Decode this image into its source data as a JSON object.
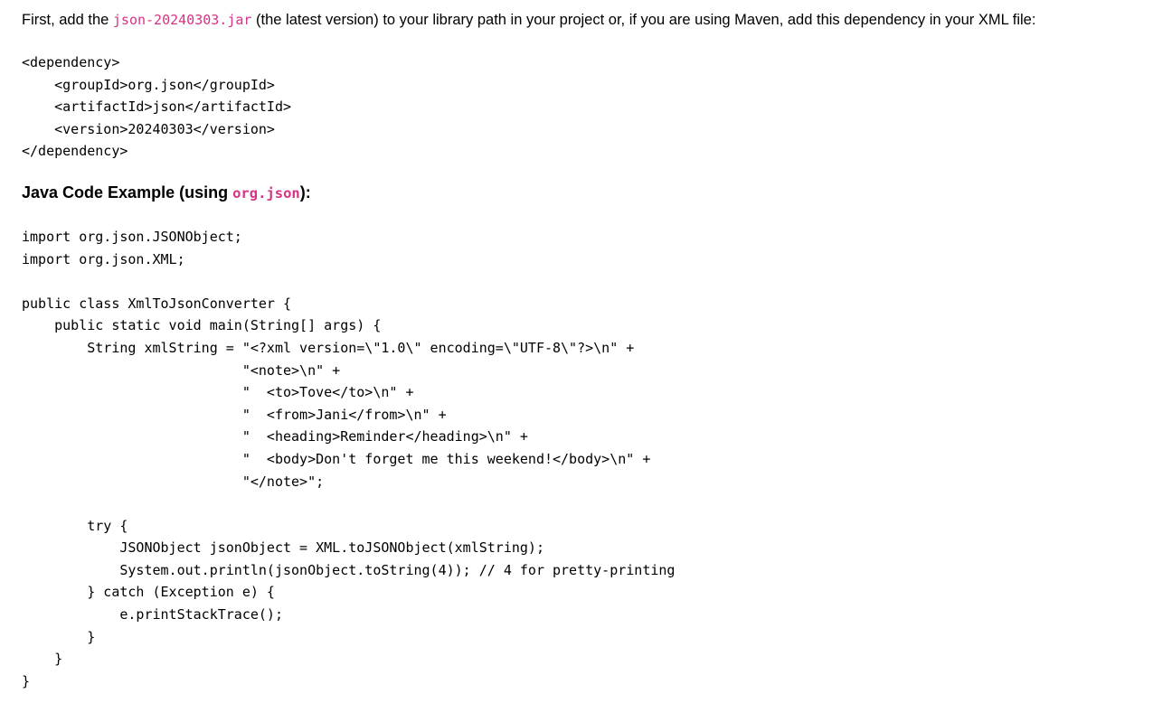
{
  "intro": {
    "text_before_code": "First, add the ",
    "inline_code": "json-20240303.jar",
    "text_after_code": " (the latest version) to your library path in your project or, if you are using Maven, add this dependency in your XML file:"
  },
  "maven_dependency": {
    "code": "<dependency>\n    <groupId>org.json</groupId>\n    <artifactId>json</artifactId>\n    <version>20240303</version>\n</dependency>"
  },
  "heading": {
    "text_before_code": "Java Code Example (using ",
    "inline_code": "org.json",
    "text_after_code": "):"
  },
  "java_example": {
    "code": "import org.json.JSONObject;\nimport org.json.XML;\n\npublic class XmlToJsonConverter {\n    public static void main(String[] args) {\n        String xmlString = \"<?xml version=\\\"1.0\\\" encoding=\\\"UTF-8\\\"?>\\n\" +\n                           \"<note>\\n\" +\n                           \"  <to>Tove</to>\\n\" +\n                           \"  <from>Jani</from>\\n\" +\n                           \"  <heading>Reminder</heading>\\n\" +\n                           \"  <body>Don't forget me this weekend!</body>\\n\" +\n                           \"</note>\";\n\n        try {\n            JSONObject jsonObject = XML.toJSONObject(xmlString);\n            System.out.println(jsonObject.toString(4)); // 4 for pretty-printing\n        } catch (Exception e) {\n            e.printStackTrace();\n        }\n    }\n}"
  },
  "colors": {
    "inline_code_accent": "#d63384",
    "text": "#000000",
    "background": "#ffffff"
  }
}
